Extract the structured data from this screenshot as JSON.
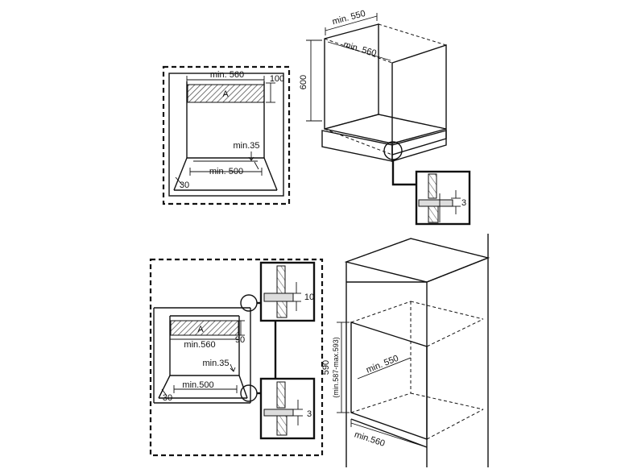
{
  "colors": {
    "line": "#111111",
    "background": "#ffffff",
    "hatch": "#555555"
  },
  "top_left_plan": {
    "width_min": "min. 560",
    "depth_top": "100",
    "vent_label": "A",
    "gap_min": "min.35",
    "base_min": "min. 500",
    "corner": "30"
  },
  "top_right_cabinet": {
    "depth_min": "min. 550",
    "width_min": "min. 560",
    "height": "600"
  },
  "top_detail": {
    "gap": "3"
  },
  "bottom_left_plan": {
    "vent_label": "A",
    "depth_top": "90",
    "width_min": "min.560",
    "gap_min": "min.35",
    "base_min": "min.500",
    "corner": "30"
  },
  "bottom_details": {
    "upper_gap": "10",
    "lower_gap": "3"
  },
  "bottom_right_cabinet": {
    "height": "590",
    "height_range": "(min.587-max.593)",
    "depth_min": "min. 550",
    "width_min": "min.560"
  }
}
